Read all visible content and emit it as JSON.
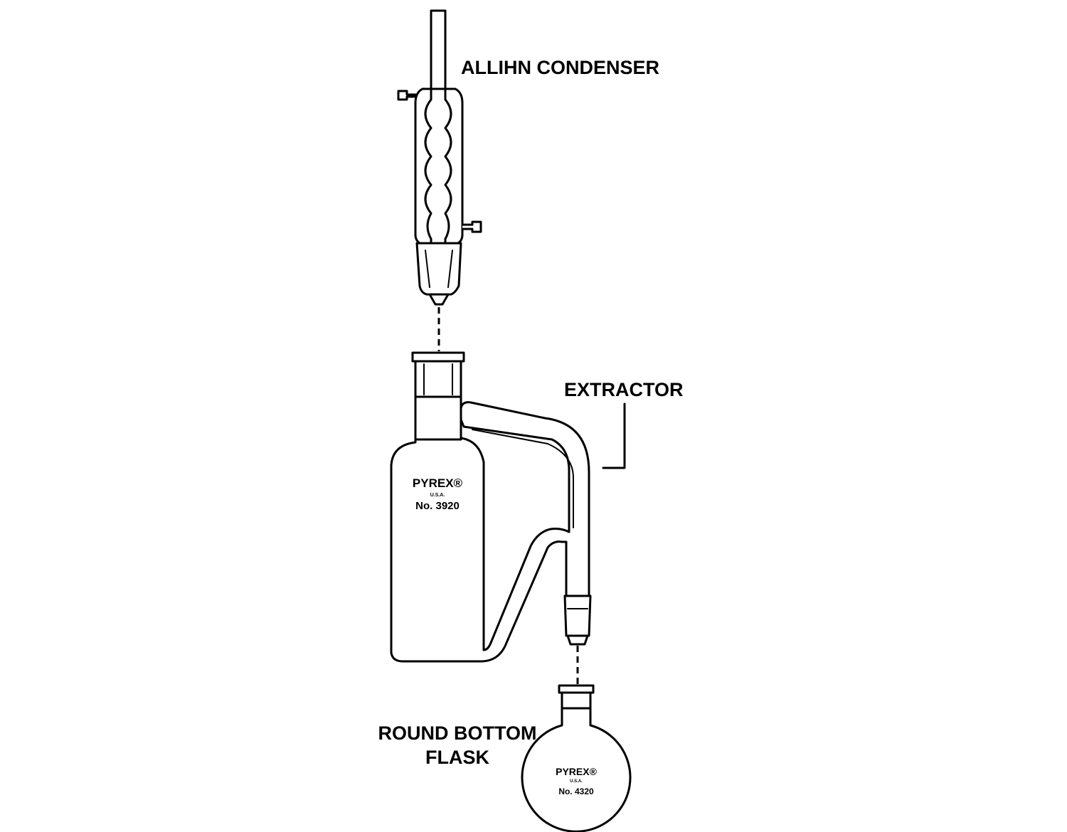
{
  "labels": {
    "condenser": "ALLIHN CONDENSER",
    "extractor": "EXTRACTOR",
    "flask_line1": "ROUND BOTTOM",
    "flask_line2": "FLASK"
  },
  "extractor_marking": {
    "brand": "PYREX®",
    "origin": "U.S.A.",
    "number": "No. 3920"
  },
  "flask_marking": {
    "brand": "PYREX®",
    "origin": "U.S.A.",
    "number": "No. 4320"
  },
  "colors": {
    "line": "#000000",
    "background": "#ffffff"
  }
}
